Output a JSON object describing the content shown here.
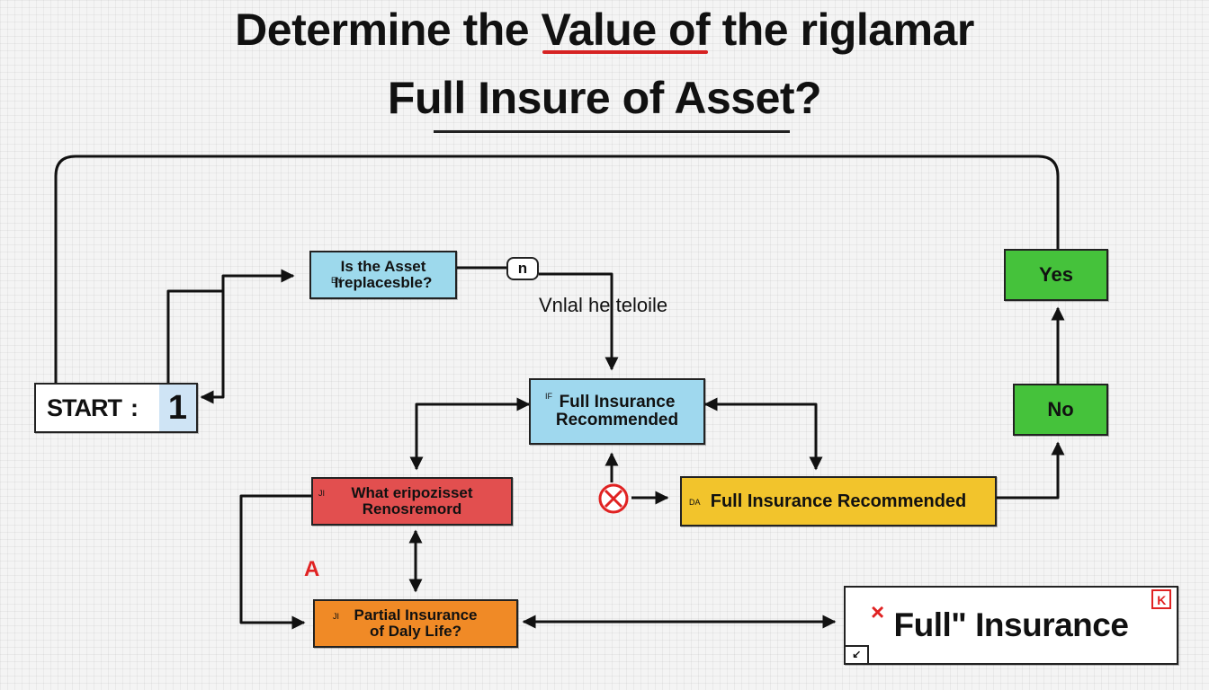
{
  "title": {
    "line1_before": "Determine the ",
    "line1_highlight": "Value of",
    "line1_after": " the riglamar",
    "line2": "Full Insure of Asset?"
  },
  "start": {
    "label": "START",
    "separator": ":",
    "number": "1"
  },
  "nodes": {
    "irreplaceable": {
      "prefix": "EY",
      "line1": "Is the Asset",
      "line2": "Ireplacesble?"
    },
    "full_rec_1": {
      "prefix": "IF",
      "line1": "Full Insurance",
      "line2": "Recommended"
    },
    "what_asset": {
      "prefix": "JI",
      "line1": "What eripozisset",
      "line2": "Renosremord"
    },
    "full_rec_2": {
      "prefix": "DA",
      "label": "Full Insurance Recommended"
    },
    "partial": {
      "prefix": "JI",
      "line1": "Partial Insurance",
      "line2": "of Daly Life?"
    },
    "yes": {
      "label": "Yes"
    },
    "no": {
      "label": "No"
    },
    "full_insurance": {
      "mark": "×",
      "label": "Full\" Insurance",
      "tag": "K",
      "corner_glyph": "↙"
    }
  },
  "annotations": {
    "bubble": "n",
    "branch_label": "Vnlal  he teloile",
    "marker_a": "A"
  },
  "colors": {
    "light_blue": "#9dd9ec",
    "red_box": "#e24f4f",
    "yellow_box": "#f2c42c",
    "orange_box": "#f08a26",
    "green_box": "#45c23b",
    "accent_red": "#d62222"
  }
}
